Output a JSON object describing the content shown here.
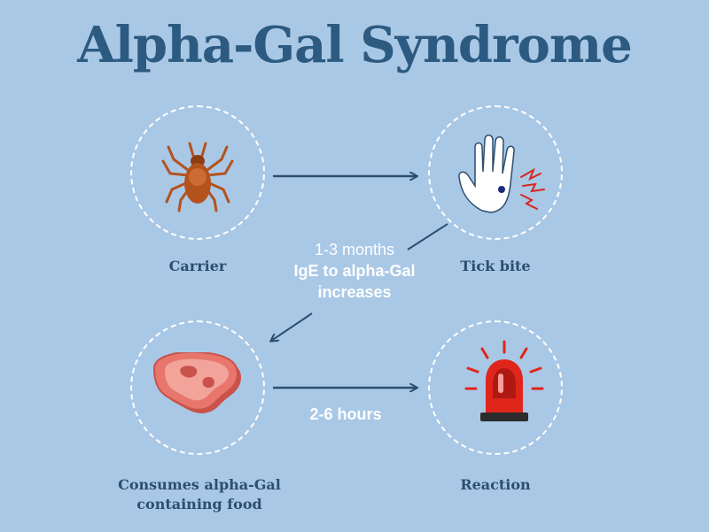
{
  "title": "Alpha-Gal Syndrome",
  "nodes": {
    "carrier": {
      "label": "Carrier",
      "icon": "tick-icon"
    },
    "tick_bite": {
      "label": "Tick bite",
      "icon": "hand-bite-icon"
    },
    "consumes": {
      "label_line1": "Consumes alpha-Gal",
      "label_line2": "containing food",
      "icon": "meat-icon"
    },
    "reaction": {
      "label": "Reaction",
      "icon": "alarm-siren-icon"
    }
  },
  "edges": {
    "bite_to_food": {
      "line1": "1-3 months",
      "line2": "IgE to alpha-Gal",
      "line3": "increases"
    },
    "food_to_reaction": {
      "label": "2-6 hours"
    }
  },
  "colors": {
    "background": "#a9c8e6",
    "title": "#2c5a80",
    "arrow": "#2c4f6e",
    "tick": "#b4521e",
    "meat": "#e8766d",
    "siren": "#e0251b"
  }
}
